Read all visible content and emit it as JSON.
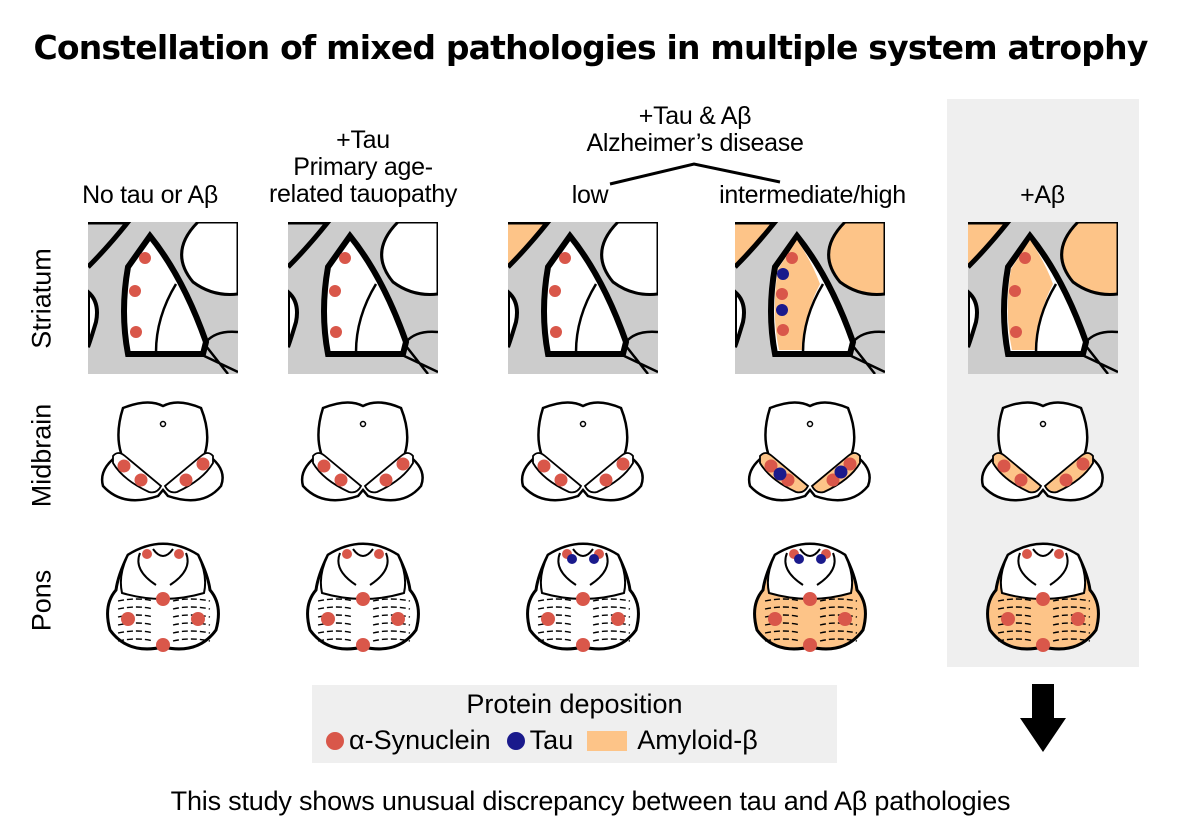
{
  "title": "Constellation of mixed pathologies in multiple system atrophy",
  "columns": {
    "no_pathology": "No tau or Aβ",
    "part_line1": "+Tau",
    "part_line2": "Primary age-",
    "part_line3": "related tauopathy",
    "ad_line1": "+Tau & Aβ",
    "ad_line2": "Alzheimer’s disease",
    "ad_low": "low",
    "ad_high": "intermediate/high",
    "abeta_only": "+Aβ"
  },
  "rows": {
    "striatum": "Striatum",
    "midbrain": "Midbrain",
    "pons": "Pons"
  },
  "panels": [
    {
      "column": "No tau or Aβ",
      "amyloid": false,
      "striatum_dots": [
        "syn",
        "syn",
        "syn"
      ],
      "midbrain_tau": false,
      "pons_tau": false
    },
    {
      "column": "+Tau (PART)",
      "amyloid": false,
      "striatum_dots": [
        "syn",
        "syn",
        "syn"
      ],
      "midbrain_tau": false,
      "pons_tau": false
    },
    {
      "column": "AD low",
      "amyloid": "partial",
      "striatum_dots": [
        "syn",
        "syn",
        "syn"
      ],
      "midbrain_tau": false,
      "pons_tau": true
    },
    {
      "column": "AD intermediate/high",
      "amyloid": true,
      "striatum_dots": [
        "syn",
        "tau",
        "syn",
        "tau",
        "syn"
      ],
      "midbrain_tau": true,
      "pons_tau": true
    },
    {
      "column": "+Aβ",
      "amyloid": true,
      "striatum_dots": [
        "syn",
        "syn",
        "syn"
      ],
      "midbrain_tau": false,
      "pons_tau": false
    }
  ],
  "legend": {
    "title": "Protein deposition",
    "items": [
      {
        "label": "α-Synuclein",
        "color": "#d9574a",
        "shape": "dot"
      },
      {
        "label": "Tau",
        "color": "#1a1a8c",
        "shape": "dot"
      },
      {
        "label": "Amyloid-β",
        "color": "#fdc488",
        "shape": "swatch"
      }
    ]
  },
  "colors": {
    "synuclein": "#d9574a",
    "tau": "#1a1a8c",
    "amyloid": "#fdc488",
    "white_matter": "#cccccc",
    "highlight_bg": "#efefef"
  },
  "arrow_icon": "down-arrow-icon",
  "footer": "This study shows unusual discrepancy between tau and Aβ pathologies"
}
